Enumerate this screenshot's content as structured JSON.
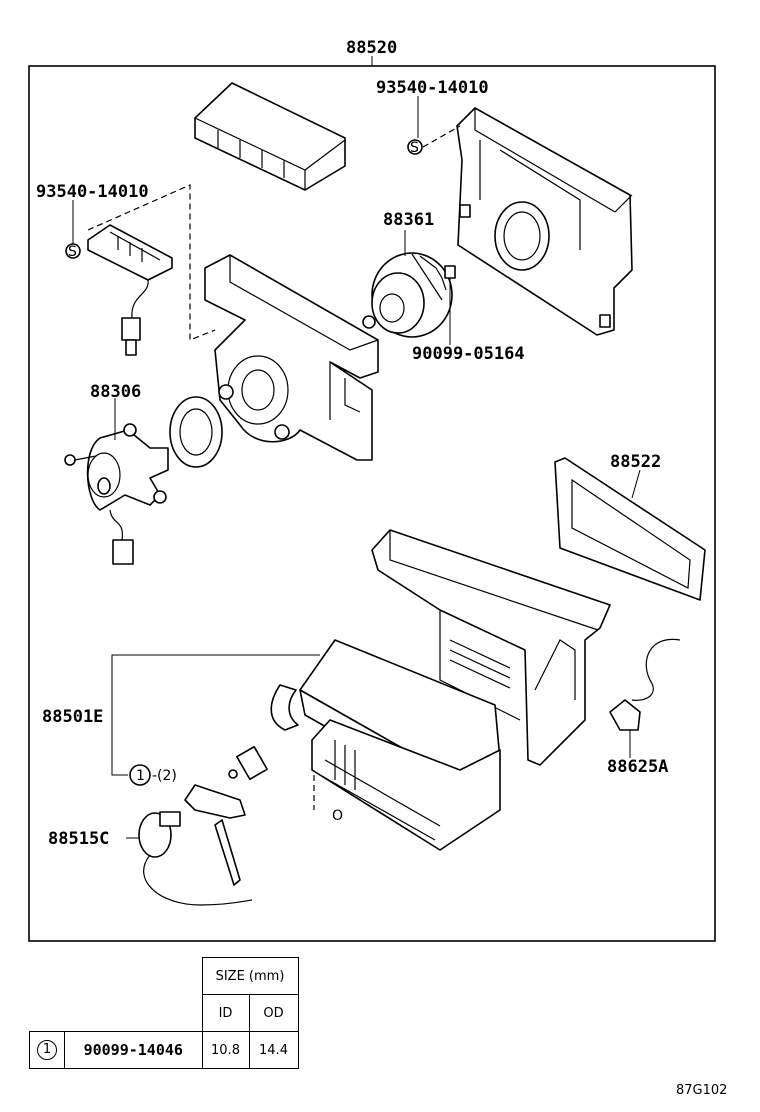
{
  "diagram": {
    "assembly_label": "88520",
    "labels": {
      "screw_top": "93540-14010",
      "screw_left": "93540-14010",
      "fan": "88361",
      "nut": "90099-05164",
      "motor": "88306",
      "filter": "88522",
      "evaporator": "88501E",
      "sensor": "88625A",
      "valve": "88515C",
      "oring_ref_1": "1",
      "oring_ref_2": "-(2)",
      "screw_symbol": "S",
      "oring_symbol": "O"
    }
  },
  "table": {
    "size_header": "SIZE (mm)",
    "id_header": "ID",
    "od_header": "OD",
    "rows": [
      {
        "ref": "1",
        "part_no": "90099-14046",
        "id": "10.8",
        "od": "14.4"
      }
    ]
  },
  "doc_code": "87G102"
}
